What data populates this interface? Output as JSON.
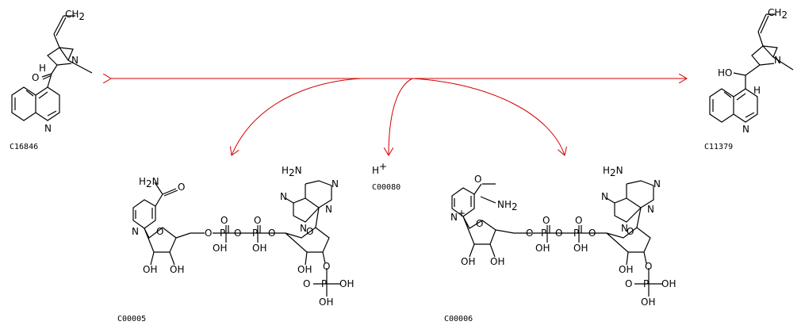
{
  "compounds": {
    "c16846": {
      "id": "C16846"
    },
    "c11379": {
      "id": "C11379"
    },
    "c00005": {
      "id": "C00005"
    },
    "c00080": {
      "id": "C00080"
    },
    "c00006": {
      "id": "C00006"
    }
  },
  "atoms": {
    "ch2": "CH",
    "sub2": "2",
    "o": "O",
    "n": "N",
    "h": "H",
    "ho": "HO",
    "oh": "OH",
    "p": "P",
    "h2n": "H",
    "sub2n": "2",
    "nh2": "NH",
    "hplus": "H",
    "plus": "+"
  },
  "colors": {
    "arrow": "#d40000"
  }
}
